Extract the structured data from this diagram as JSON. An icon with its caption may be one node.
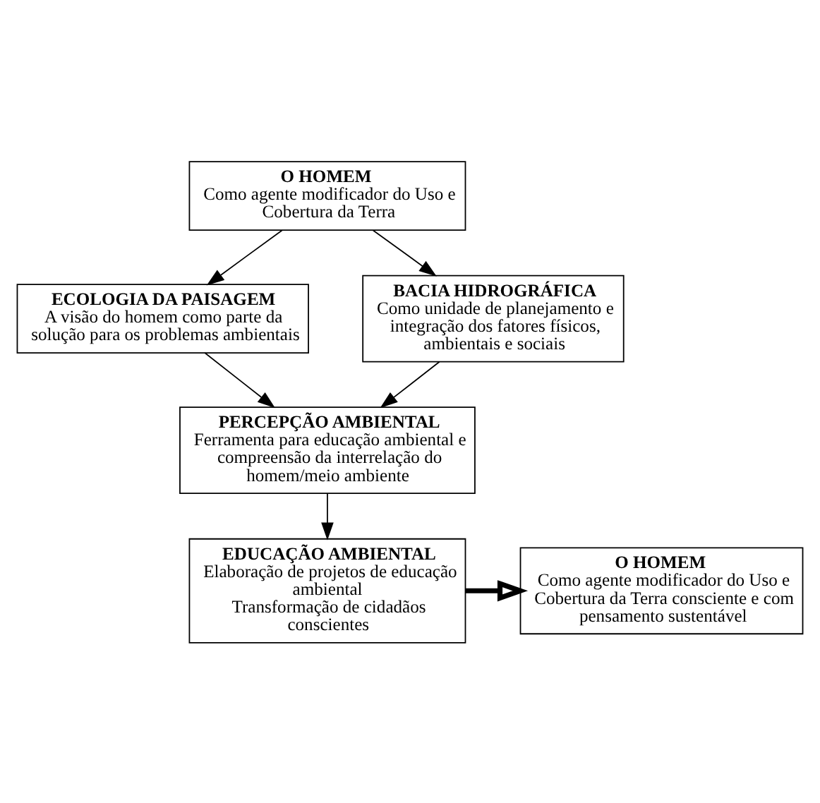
{
  "diagram": {
    "nodes": [
      {
        "text": [
          "O HOMEM",
          "Como agente modificador do Uso e Cobertura da Terra"
        ]
      },
      {
        "text": [
          "ECOLOGIA DA PAISAGEM",
          "A visão do homem como parte da solução para os problemas ambientais"
        ]
      },
      {
        "text": [
          "BACIA HIDROGRÁFICA",
          "Como unidade de planejamento e integração dos fatores físicos, ambientais e sociais"
        ]
      },
      {
        "text": [
          "PERCEPÇÃO AMBIENTAL",
          "Ferramenta para educação ambiental e compreensão da interrelação do homem/meio ambiente"
        ]
      },
      {
        "text": [
          "EDUCAÇÃO AMBIENTAL",
          "Elaboração de projetos de educação ambiental",
          "Transformação de cidadãos conscientes"
        ]
      },
      {
        "text": [
          "O HOMEM",
          "Como agente modificador do Uso e Cobertura da Terra consciente e com pensamento sustentável"
        ]
      }
    ],
    "edges": [
      {
        "from": 0,
        "to": 1,
        "arrow": "to"
      },
      {
        "from": 0,
        "to": 2,
        "arrow": "to"
      },
      {
        "from": 1,
        "to": 3,
        "arrow": "to"
      },
      {
        "from": 2,
        "to": 3,
        "arrow": "to"
      },
      {
        "from": 3,
        "to": 4,
        "arrow": "to"
      },
      {
        "from": 4,
        "to": 5,
        "arrow": "to",
        "style": "thick"
      }
    ]
  }
}
